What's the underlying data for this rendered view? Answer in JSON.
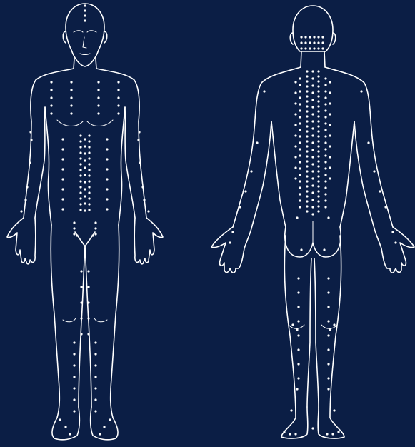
{
  "colors": {
    "background": "#0b1e45",
    "line": "#ffffff",
    "points": "#ffffff"
  },
  "figures": [
    {
      "id": "front",
      "view": "front"
    },
    {
      "id": "back",
      "view": "back"
    }
  ]
}
